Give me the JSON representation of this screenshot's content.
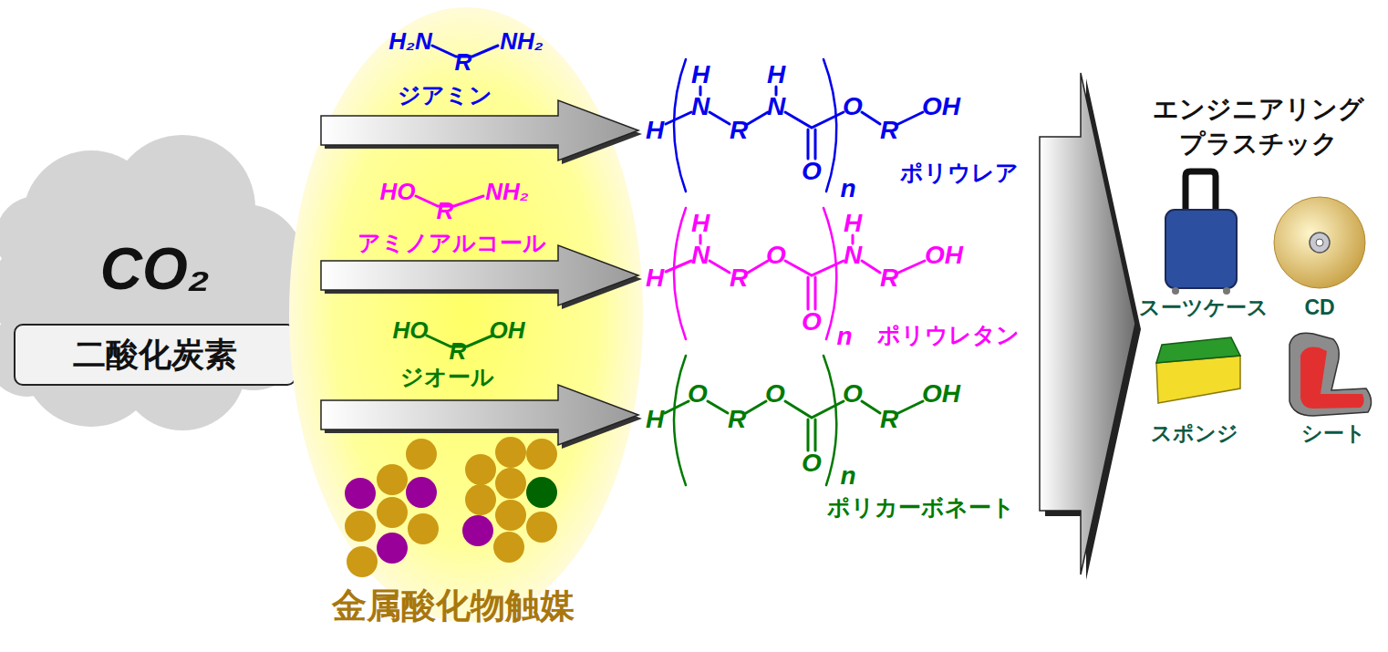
{
  "diagram": {
    "nodes": [
      {
        "text": [
          "CO₂"
        ]
      },
      {
        "text": [
          "二酸化炭素"
        ],
        "in": 0
      },
      {
        "text": [
          "金属酸化物触媒"
        ]
      }
    ],
    "labels": [
      "H₂N",
      "R",
      "NH₂",
      "ジアミン",
      "HO",
      "R",
      "NH₂",
      "アミノアルコール",
      "HO",
      "R",
      "OH",
      "ジオール",
      "H",
      "H",
      "N",
      "R",
      "H",
      "N",
      "O",
      "O",
      "R",
      "OH",
      "n",
      "ポリウレア",
      "H",
      "H",
      "N",
      "R",
      "O",
      "O",
      "H",
      "N",
      "R",
      "OH",
      "n",
      "ポリウレタン",
      "H",
      "O",
      "R",
      "O",
      "O",
      "O",
      "R",
      "OH",
      "n",
      "ポリカーボネート",
      "エンジニアリング",
      "プラスチック",
      "スーツケース",
      "CD",
      "スポンジ",
      "シート"
    ]
  }
}
